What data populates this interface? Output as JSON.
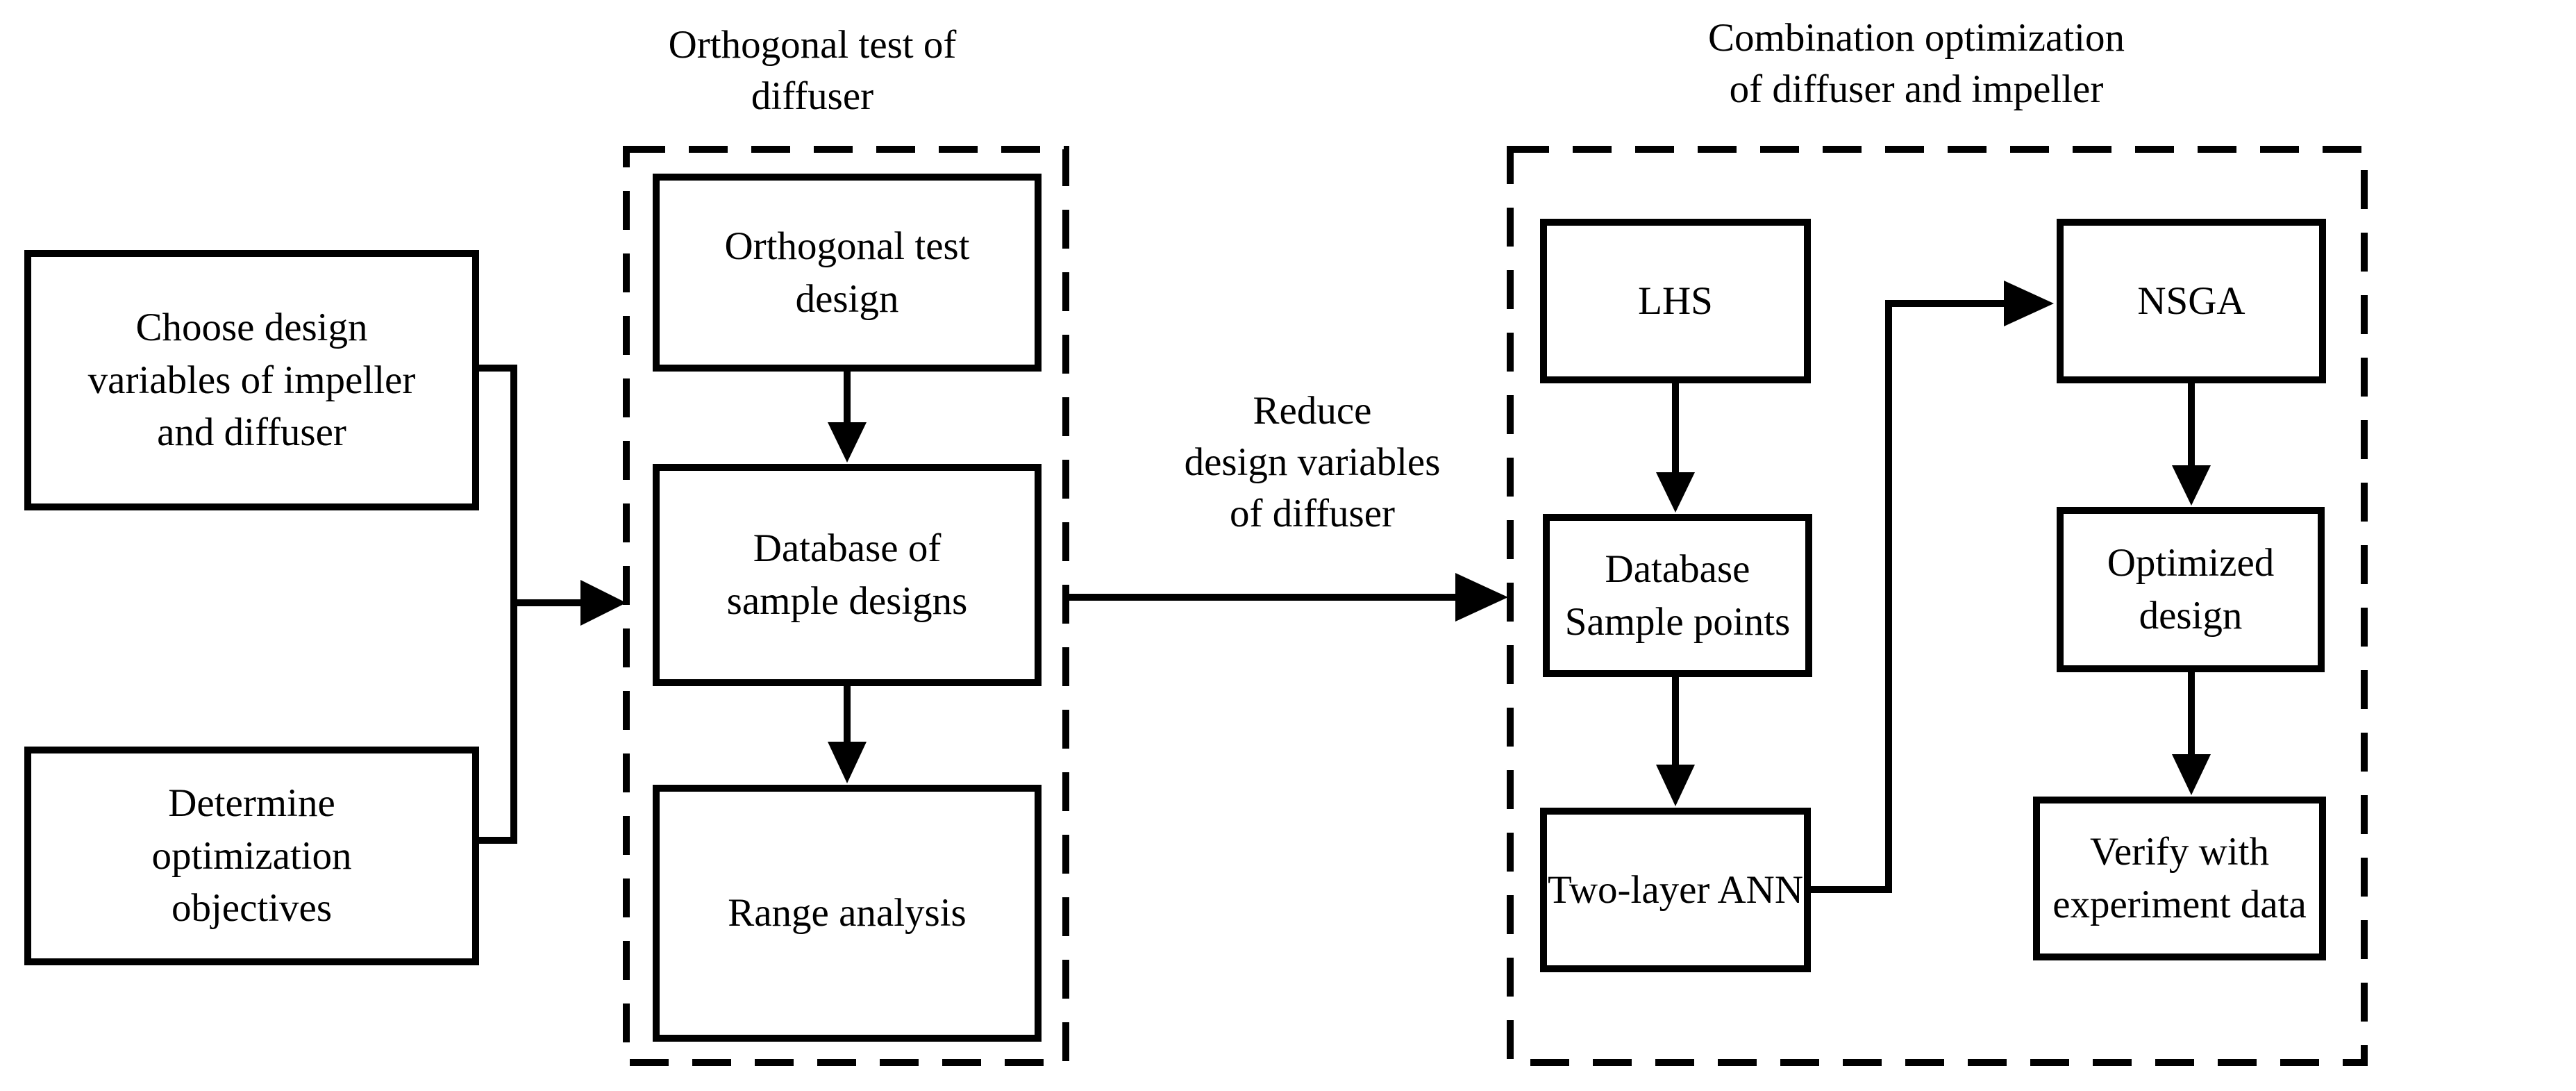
{
  "groups": {
    "orthogonal_test": {
      "title_lines": [
        "Orthogonal test of",
        "diffuser"
      ]
    },
    "combination_opt": {
      "title_lines": [
        "Combination optimization",
        "of diffuser and impeller"
      ]
    }
  },
  "nodes": {
    "choose_design": {
      "lines": [
        "Choose design",
        "variables of impeller",
        "and diffuser"
      ]
    },
    "determine_objectives": {
      "lines": [
        "Determine",
        "optimization",
        "objectives"
      ]
    },
    "orthogonal_test_design": {
      "lines": [
        "Orthogonal test",
        "design"
      ]
    },
    "database_sample_designs": {
      "lines": [
        "Database of",
        "sample designs"
      ]
    },
    "range_analysis": {
      "lines": [
        "Range analysis"
      ]
    },
    "lhs": {
      "lines": [
        "LHS"
      ]
    },
    "database_sample_points": {
      "lines": [
        "Database",
        "Sample points"
      ]
    },
    "two_layer_ann": {
      "lines": [
        "Two-layer ANN"
      ]
    },
    "nsga": {
      "lines": [
        "NSGA"
      ]
    },
    "optimized_design": {
      "lines": [
        "Optimized design"
      ]
    },
    "verify_experiment": {
      "lines": [
        "Verify with",
        "experiment data"
      ]
    }
  },
  "edge_labels": {
    "reduce": {
      "lines": [
        "Reduce",
        "design variables",
        "of diffuser"
      ]
    }
  },
  "colors": {
    "line": "#000000",
    "background": "#ffffff",
    "text": "#000000"
  }
}
